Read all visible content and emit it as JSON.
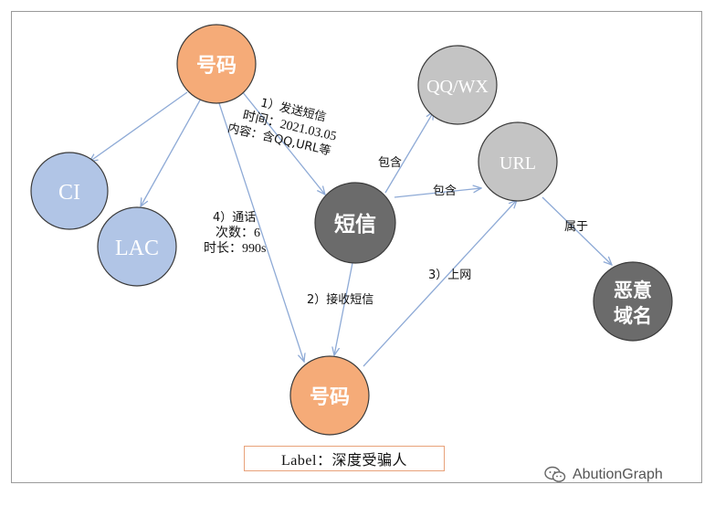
{
  "colors": {
    "orange": "#f5ab78",
    "blue": "#b1c5e6",
    "gray_light": "#c4c4c4",
    "gray_dark": "#6b6b6b",
    "edge": "#8eaad6",
    "stroke": "#3a3a3a"
  },
  "nodes": {
    "phone_top": "号码",
    "ci": "CI",
    "lac": "LAC",
    "qq_wx": "QQ/WX",
    "url": "URL",
    "sms": "短信",
    "malicious_domain_line1": "恶意",
    "malicious_domain_line2": "域名",
    "phone_bottom": "号码"
  },
  "edges": {
    "send_sms": {
      "line1": "1）发送短信",
      "line2": "时间：2021.03.05",
      "line3": "内容：含QQ,URL等"
    },
    "contains_qq": "包含",
    "contains_url": "包含",
    "belongs_to": "属于",
    "call": {
      "line1": "4）通话",
      "line2": "次数：6",
      "line3": "时长：990s"
    },
    "receive_sms": "2）接收短信",
    "browse": "3）上网"
  },
  "label_box": "Label：深度受骗人",
  "watermark": "AbutionGraph"
}
